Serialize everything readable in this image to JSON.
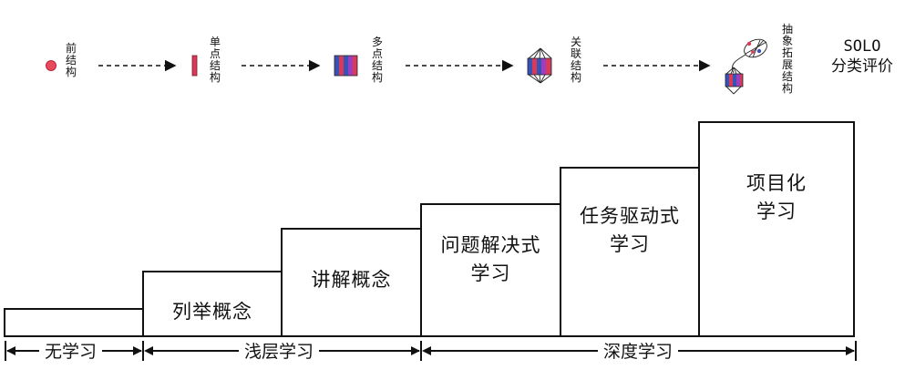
{
  "solo": {
    "title": "SOLO",
    "subtitle": "分类评价",
    "stages": [
      {
        "label": "前结构",
        "icon": "dot-icon"
      },
      {
        "label": "单点结构",
        "icon": "single-bar-icon"
      },
      {
        "label": "多点结构",
        "icon": "multi-bar-icon"
      },
      {
        "label": "关联结构",
        "icon": "connected-structure-icon"
      },
      {
        "label": "抽象拓展结构",
        "icon": "extended-abstract-icon"
      }
    ]
  },
  "steps": [
    {
      "label": ""
    },
    {
      "label": "列举概念"
    },
    {
      "label": "讲解概念"
    },
    {
      "label": "问题解决式\n学习"
    },
    {
      "label": "任务驱动式\n学习"
    },
    {
      "label": "项目化\n学习"
    }
  ],
  "learning_levels": [
    {
      "label": "无学习"
    },
    {
      "label": "浅层学习"
    },
    {
      "label": "深度学习"
    }
  ],
  "colors": {
    "dot": "#e64a5c",
    "blue": "#3a52b5",
    "red": "#d83a5a",
    "purple": "#9a3fc0",
    "line": "#111111"
  }
}
